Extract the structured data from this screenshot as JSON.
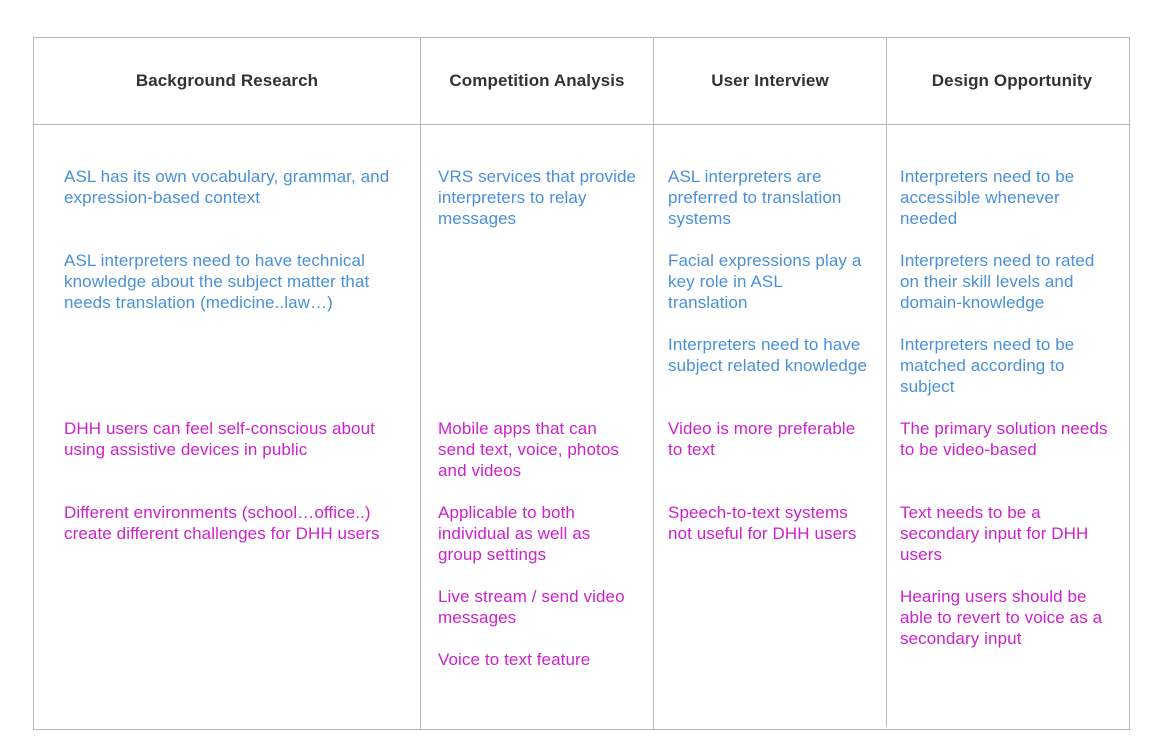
{
  "table": {
    "headers": [
      "Background Research",
      "Competition Analysis",
      "User Interview",
      "Design Opportunity"
    ],
    "colors": {
      "research_findings": "#4a90d9",
      "user_needs": "#cc22cc",
      "header_text": "#333333",
      "border": "#b8b8b8"
    },
    "cells": {
      "bg1": "ASL has its own vocabulary, grammar, and expression-based context",
      "bg2": "ASL interpreters need to have technical knowledge about the subject matter that needs translation (medicine..law…)",
      "bg3": "DHH users can feel self-conscious about using assistive devices in public",
      "bg4": "Different environments (school…office..) create different challenges for DHH users",
      "ca1": "VRS services that provide interpreters to relay messages",
      "ca2": "Mobile apps that can send text, voice, photos and videos",
      "ca3": "Applicable to both individual as well as group settings",
      "ca4": "Live stream / send video messages",
      "ca5": "Voice to text feature",
      "ui1": "ASL interpreters are preferred to translation systems",
      "ui2": "Facial expressions play a key role in ASL translation",
      "ui3": "Interpreters need to have subject related knowledge",
      "ui4": "Video is more preferable to text",
      "ui5": "Speech-to-text systems not useful for DHH users",
      "do1": "Interpreters need to be accessible whenever needed",
      "do2": "Interpreters need to rated on their skill levels and domain-knowledge",
      "do3": "Interpreters need to be matched according to subject",
      "do4": "The primary solution needs to be video-based",
      "do5": "Text needs to be a secondary input for DHH users",
      "do6": "Hearing users should be able to revert to voice as a secondary input"
    }
  }
}
